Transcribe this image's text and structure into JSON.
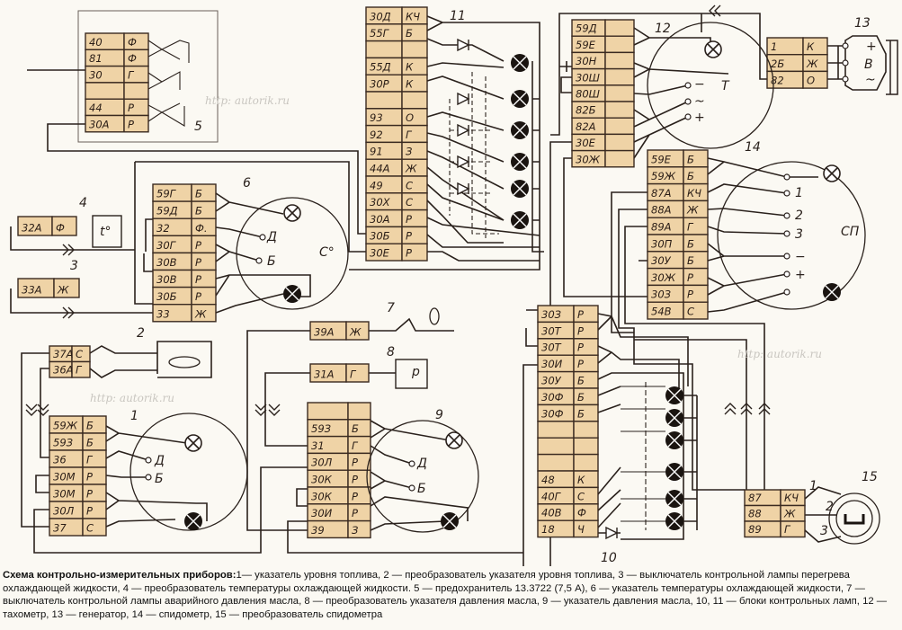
{
  "caption": {
    "title": "Схема контрольно-измерительных приборов:",
    "text": "1— указатель уровня топлива, 2 — преобразователь указателя уровня топлива, 3 — выключатель контрольной лампы перегрева охлаждающей жидкости, 4 — преобразователь температуры охлаждающей жидкости. 5 — предохранитель 13.3722 (7,5 А), 6 — указатель температуры охлаждающей жидкости, 7 — выключатель контрольной лампы аварийного давления масла, 8 — преобразователь указателя давления масла, 9 — указатель давления масла, 10, 11 — блоки контрольных ламп, 12 — тахометр, 13 — генератор, 14 — спидометр, 15 — преобразователь спидометра"
  },
  "watermark": "http: autorik.ru",
  "blocks": {
    "b5": [
      [
        "40",
        "Ф"
      ],
      [
        "81",
        "Ф"
      ],
      [
        "30",
        "Г"
      ],
      [
        "",
        ""
      ],
      [
        "44",
        "Р"
      ],
      [
        "30А",
        "Р"
      ]
    ],
    "b4": [
      [
        "32А",
        "Ф"
      ]
    ],
    "b3": [
      [
        "33А",
        "Ж"
      ]
    ],
    "b6": [
      [
        "59Г",
        "Б"
      ],
      [
        "59Д",
        "Б"
      ],
      [
        "32",
        "Ф."
      ],
      [
        "30Г",
        "Р"
      ],
      [
        "30В",
        "Р"
      ],
      [
        "30В",
        "Р"
      ],
      [
        "30Б",
        "Р"
      ],
      [
        "33",
        "Ж"
      ]
    ],
    "b11": [
      [
        "30Д",
        "КЧ"
      ],
      [
        "55Г",
        "Б"
      ],
      [
        "",
        ""
      ],
      [
        "55Д",
        "К"
      ],
      [
        "30Р",
        "К"
      ],
      [
        "",
        ""
      ],
      [
        "93",
        "О"
      ],
      [
        "92",
        "Г"
      ],
      [
        "91",
        "З"
      ],
      [
        "44А",
        "Ж"
      ],
      [
        "49",
        "С"
      ],
      [
        "30Х",
        "С"
      ],
      [
        "30А",
        "Р"
      ],
      [
        "30Б",
        "Р"
      ],
      [
        "30Е",
        "Р"
      ]
    ],
    "b12": [
      [
        "59Д",
        ""
      ],
      [
        "59Е",
        ""
      ],
      [
        "30Н",
        ""
      ],
      [
        "30Ш",
        ""
      ],
      [
        "80Ш",
        ""
      ],
      [
        "82Б",
        ""
      ],
      [
        "82А",
        ""
      ],
      [
        "30Е",
        ""
      ],
      [
        "30Ж",
        ""
      ]
    ],
    "b13": [
      [
        "1",
        "К"
      ],
      [
        "2Б",
        "Ж"
      ],
      [
        "82",
        "О"
      ]
    ],
    "b14": [
      [
        "59Е",
        "Б"
      ],
      [
        "59Ж",
        "Б"
      ],
      [
        "87А",
        "КЧ"
      ],
      [
        "88А",
        "Ж"
      ],
      [
        "89А",
        "Г"
      ],
      [
        "30П",
        "Б"
      ],
      [
        "30У",
        "Б"
      ],
      [
        "30Ж",
        "Р"
      ],
      [
        "30З",
        "Р"
      ],
      [
        "54В",
        "С"
      ]
    ],
    "b2": [
      [
        "37А",
        "С"
      ],
      [
        "36А",
        "Г"
      ]
    ],
    "b1": [
      [
        "59Ж",
        "Б"
      ],
      [
        "59З",
        "Б"
      ],
      [
        "36",
        "Г"
      ],
      [
        "30М",
        "Р"
      ],
      [
        "30М",
        "Р"
      ],
      [
        "30Л",
        "Р"
      ],
      [
        "37",
        "С"
      ]
    ],
    "b7": [
      [
        "39А",
        "Ж"
      ]
    ],
    "b8": [
      [
        "31А",
        "Г"
      ]
    ],
    "b9": [
      [
        "",
        ""
      ],
      [
        "59З",
        "Б"
      ],
      [
        "31",
        "Г"
      ],
      [
        "30Л",
        "Р"
      ],
      [
        "30К",
        "Р"
      ],
      [
        "30К",
        "Р"
      ],
      [
        "30И",
        "Р"
      ],
      [
        "39",
        "З"
      ]
    ],
    "b10": [
      [
        "30З",
        "Р"
      ],
      [
        "30Т",
        "Р"
      ],
      [
        "30Т",
        "Р"
      ],
      [
        "30И",
        "Р"
      ],
      [
        "30У",
        "Б"
      ],
      [
        "30Ф",
        "Б"
      ],
      [
        "30Ф",
        "Б"
      ],
      [
        "",
        ""
      ],
      [
        "",
        ""
      ],
      [
        "",
        ""
      ],
      [
        "48",
        "К"
      ],
      [
        "40Г",
        "С"
      ],
      [
        "40В",
        "Ф"
      ],
      [
        "18",
        "Ч"
      ]
    ],
    "b15": [
      [
        "87",
        "КЧ"
      ],
      [
        "88",
        "Ж"
      ],
      [
        "89",
        "Г"
      ]
    ]
  },
  "numbers": {
    "n1": "1",
    "n2": "2",
    "n3": "3",
    "n4": "4",
    "n5": "5",
    "n6": "6",
    "n7": "7",
    "n8": "8",
    "n9": "9",
    "n10": "10",
    "n11": "11",
    "n12": "12",
    "n13": "13",
    "n14": "14",
    "n15": "15",
    "p1": "1",
    "p2": "2",
    "p3": "3"
  },
  "gauges": {
    "g6": {
      "name": "С°",
      "d": "Д",
      "b": "Б"
    },
    "g4": {
      "name": "t°"
    },
    "g12": {
      "name": "Т",
      "minus": "−",
      "ac": "~",
      "plus": "+"
    },
    "g13": {
      "plus": "+",
      "name": "В",
      "ac": "~"
    },
    "g14": {
      "name": "СП",
      "t1": "1",
      "t2": "2",
      "t3": "3",
      "minus": "−",
      "plus": "+"
    },
    "g1": {
      "d": "Д",
      "b": "Б"
    },
    "g9": {
      "d": "Д",
      "b": "Б"
    },
    "g8": {
      "name": "р"
    }
  }
}
